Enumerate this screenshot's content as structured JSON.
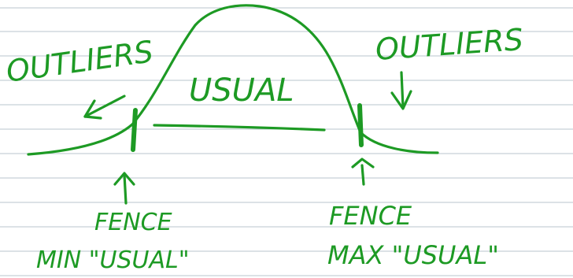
{
  "labels": {
    "outliers_left": "OUTLIERS",
    "outliers_right": "OUTLIERS",
    "usual": "USUAL",
    "fence_left": "FENCE",
    "min_usual": "MIN \"USUAL\"",
    "fence_right": "FENCE",
    "max_usual": "MAX \"USUAL\""
  },
  "colors": {
    "ink": "#1d9a24",
    "paper_rule": "#b9c6cd",
    "background": "#ffffff"
  }
}
